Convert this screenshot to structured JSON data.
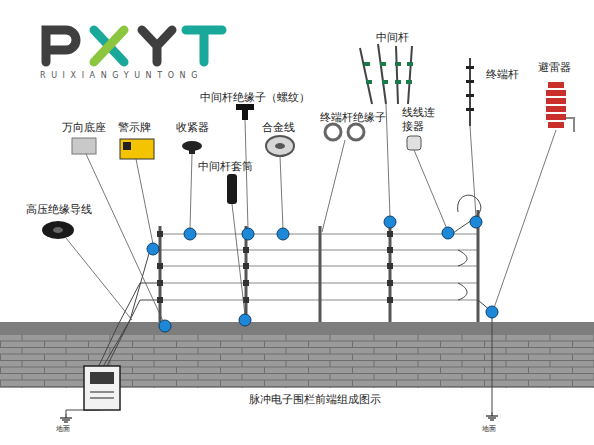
{
  "diagram": {
    "caption": "脉冲电子围栏前端组成图示",
    "labels": [
      "RUIXIANGYUNTONG",
      "万向底座",
      "警示牌",
      "收紧器",
      "中间杆绝缘子（螺纹）",
      "合金线",
      "中间杆套筒",
      "终端杆绝缘子",
      "中间杆",
      "线线连 接器",
      "终端杆",
      "避雷器",
      "高压绝缘导线",
      "地面",
      "地面"
    ]
  }
}
